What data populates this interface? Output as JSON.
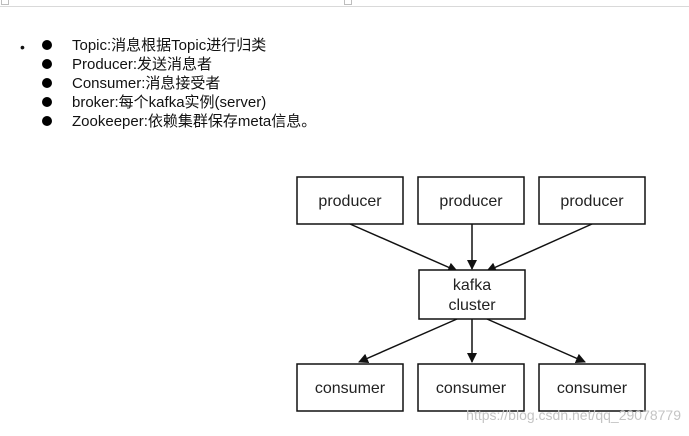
{
  "bullets": [
    {
      "text": "Topic:消息根据Topic进行归类"
    },
    {
      "text": "Producer:发送消息者"
    },
    {
      "text": "Consumer:消息接受者"
    },
    {
      "text": "broker:每个kafka实例(server)"
    },
    {
      "text": "Zookeeper:依赖集群保存meta信息。"
    }
  ],
  "outer_bullet": "•",
  "diagram": {
    "producers": [
      "producer",
      "producer",
      "producer"
    ],
    "cluster_line1": "kafka",
    "cluster_line2": "cluster",
    "consumers": [
      "consumer",
      "consumer",
      "consumer"
    ]
  },
  "watermark": "https://blog.csdn.net/qq_29078779"
}
